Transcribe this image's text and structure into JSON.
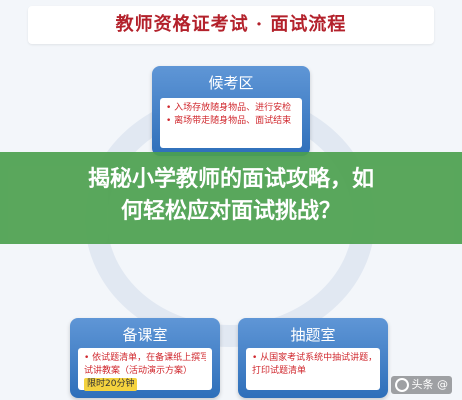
{
  "header": {
    "title": "教师资格证考试 · 面试流程"
  },
  "boxes": {
    "top": {
      "title": "候考区",
      "lines": [
        "• 入场存放随身物品、进行安检",
        "• 离场带走随身物品、面试结束"
      ]
    },
    "bottom_left": {
      "title": "备课室",
      "lines": [
        "• 依试题清单，在备课纸上撰写",
        "试讲教案（活动演示方案）"
      ],
      "tag": "限时20分钟"
    },
    "bottom_right": {
      "title": "抽题室",
      "lines": [
        "• 从国家考试系统中抽试讲题，",
        "打印试题清单"
      ]
    }
  },
  "banner": {
    "line1": "揭秘小学教师的面试攻略，如",
    "line2": "何轻松应对面试挑战？"
  },
  "watermark": {
    "text": "头条 @"
  }
}
